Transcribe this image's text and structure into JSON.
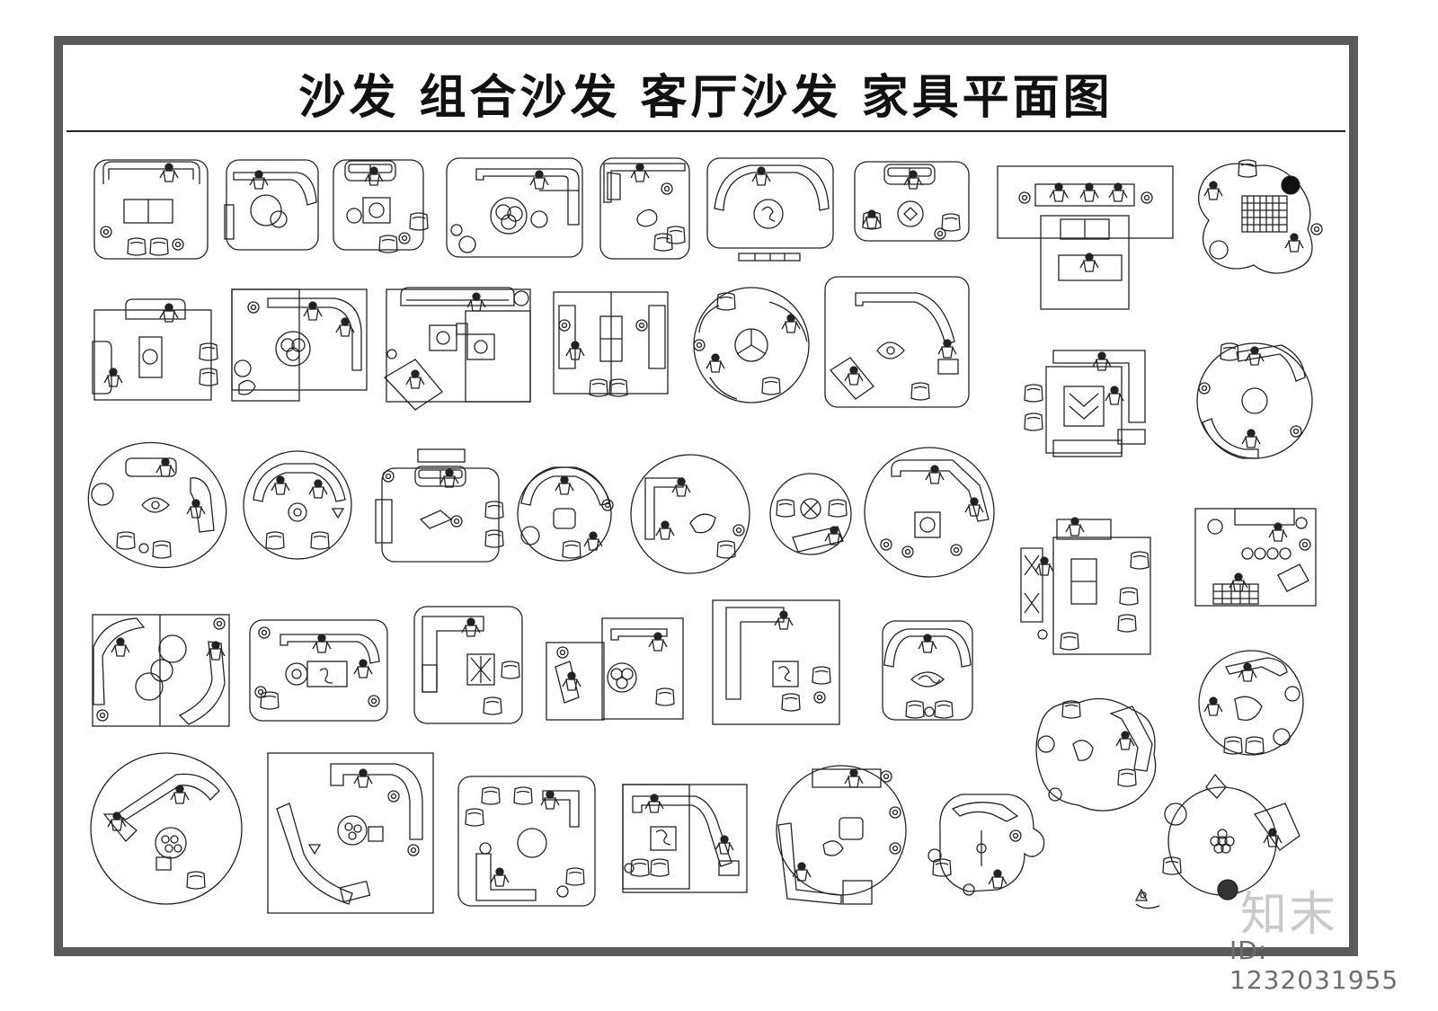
{
  "title": "沙发  组合沙发  客厅沙发  家具平面图",
  "watermark": {
    "brand": "知末",
    "id_label": "ID:",
    "id_number": "1232031955"
  },
  "colors": {
    "frame": "#5a5a5a",
    "line": "#222222",
    "background": "#ffffff",
    "watermark": "#c9c9c9"
  },
  "icons": [
    "sofa-set-icon",
    "armchair-icon",
    "round-coffee-table-icon",
    "person-seated-icon",
    "rocking-chair-icon"
  ]
}
